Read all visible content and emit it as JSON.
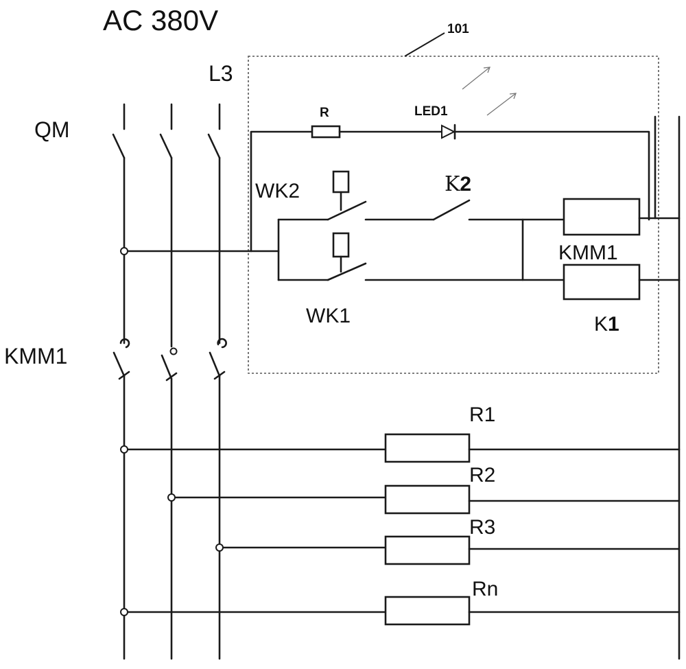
{
  "labels": {
    "supply": "AC 380V",
    "module": "101",
    "phase": "L3",
    "breaker": "QM",
    "contactor_main": "KMM1",
    "resistor": "R",
    "led": "LED1",
    "wk2": "WK2",
    "wk1": "WK1",
    "k2_prefix": "K",
    "k2_num": "2",
    "coil_kmm1": "KMM1",
    "k1_prefix": "K",
    "k1_num": "1",
    "r1": "R1",
    "r2": "R2",
    "r3": "R3",
    "rn": "Rn"
  }
}
